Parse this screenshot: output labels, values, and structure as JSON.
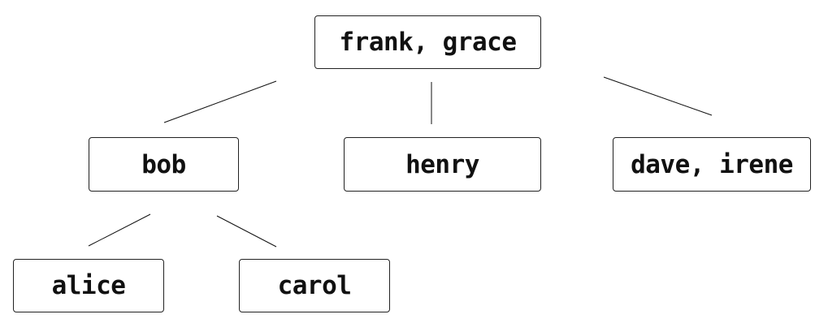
{
  "tree": {
    "root": {
      "label": "frank, grace"
    },
    "level1": [
      {
        "label": "bob"
      },
      {
        "label": "henry"
      },
      {
        "label": "dave, irene"
      }
    ],
    "level2": [
      {
        "label": "alice"
      },
      {
        "label": "carol"
      }
    ],
    "edges": [
      [
        "frank, grace",
        "bob"
      ],
      [
        "frank, grace",
        "henry"
      ],
      [
        "frank, grace",
        "dave, irene"
      ],
      [
        "bob",
        "alice"
      ],
      [
        "bob",
        "carol"
      ]
    ]
  },
  "colors": {
    "line": "#111111",
    "border": "#222222",
    "text": "#111111",
    "background": "#ffffff"
  }
}
